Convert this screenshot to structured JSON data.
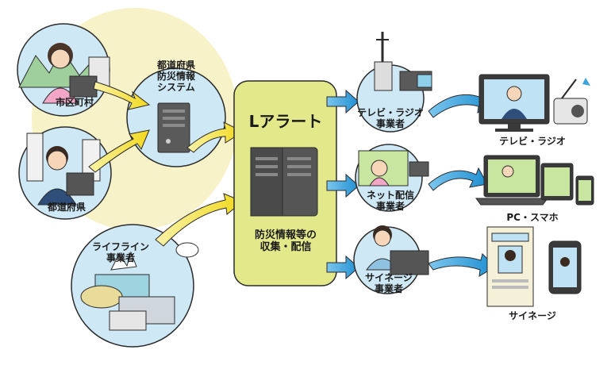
{
  "center": {
    "title": "Lアラート",
    "caption_line1": "防災情報等の",
    "caption_line2": "収集・配信"
  },
  "sources": {
    "municipality": "市区町村",
    "prefecture": "都道府県",
    "prefecture_system_line1": "都道府県",
    "prefecture_system_line2": "防災情報",
    "prefecture_system_line3": "システム",
    "lifeline_line1": "ライフライン",
    "lifeline_line2": "事業者"
  },
  "distributors": {
    "tv_radio_line1": "テレビ・ラジオ",
    "tv_radio_line2": "事業者",
    "net_line1": "ネット配信",
    "net_line2": "事業者",
    "signage_line1": "サイネージ",
    "signage_line2": "事業者"
  },
  "devices": {
    "tv_radio": "テレビ・ラジオ",
    "pc_smartphone": "PC・スマホ",
    "signage": "サイネージ"
  },
  "colors": {
    "center_fill": "#e3e98a",
    "yellow_bg": "#f8f2c9",
    "blue_circle": "#cfe8f5",
    "yellow_arrow": "#f5e04a",
    "blue_arrow": "#3aa4dd",
    "outline": "#2b2b2b"
  }
}
